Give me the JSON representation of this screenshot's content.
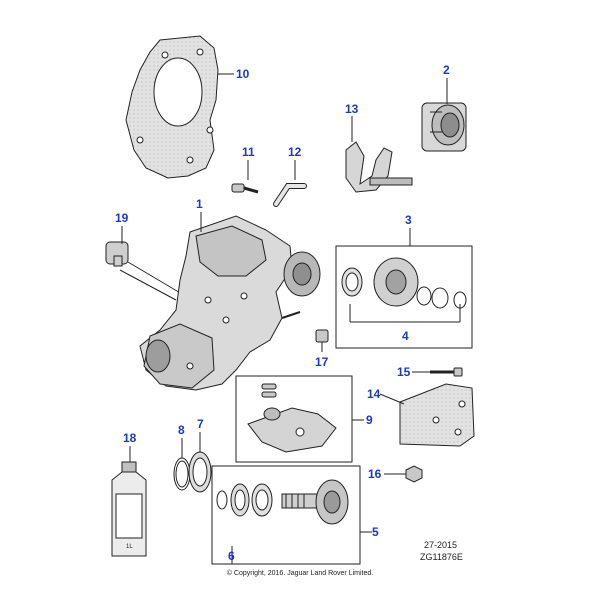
{
  "callouts": [
    {
      "id": "1",
      "label": "1"
    },
    {
      "id": "2",
      "label": "2"
    },
    {
      "id": "3",
      "label": "3"
    },
    {
      "id": "4",
      "label": "4"
    },
    {
      "id": "5",
      "label": "5"
    },
    {
      "id": "6",
      "label": "6"
    },
    {
      "id": "7",
      "label": "7"
    },
    {
      "id": "8",
      "label": "8"
    },
    {
      "id": "9",
      "label": "9"
    },
    {
      "id": "10",
      "label": "10"
    },
    {
      "id": "11",
      "label": "11"
    },
    {
      "id": "12",
      "label": "12"
    },
    {
      "id": "13",
      "label": "13"
    },
    {
      "id": "14",
      "label": "14"
    },
    {
      "id": "15",
      "label": "15"
    },
    {
      "id": "16",
      "label": "16"
    },
    {
      "id": "17",
      "label": "17"
    },
    {
      "id": "18",
      "label": "18"
    },
    {
      "id": "19",
      "label": "19"
    }
  ],
  "bottle_volume": "1L",
  "footer": {
    "date_code": "27-2015",
    "drawing_ref": "ZG11876E",
    "copyright": "© Copyright, 2016. Jaguar Land Rover Limited."
  },
  "colors": {
    "callout": "#1a39c4",
    "line": "#222222",
    "part_fill": "#d9d9d9",
    "part_dark": "#9a9a9a"
  }
}
